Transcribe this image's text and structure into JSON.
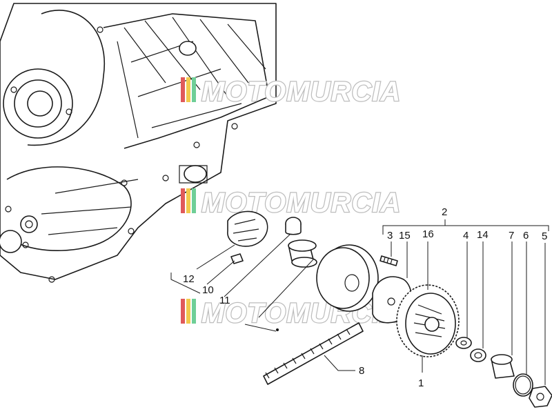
{
  "watermark": {
    "text": "MOTOMURCIA",
    "stripe_colors": [
      "#e05a5a",
      "#f2c94c",
      "#6fcf97"
    ]
  },
  "callouts": [
    {
      "id": "1",
      "text": "1"
    },
    {
      "id": "2",
      "text": "2"
    },
    {
      "id": "3",
      "text": "3"
    },
    {
      "id": "4",
      "text": "4"
    },
    {
      "id": "5",
      "text": "5"
    },
    {
      "id": "6",
      "text": "6"
    },
    {
      "id": "7",
      "text": "7"
    },
    {
      "id": "8",
      "text": "8"
    },
    {
      "id": "10",
      "text": "10"
    },
    {
      "id": "11",
      "text": "11"
    },
    {
      "id": "12",
      "text": "12"
    },
    {
      "id": "14",
      "text": "14"
    },
    {
      "id": "15",
      "text": "15"
    },
    {
      "id": "16",
      "text": "16"
    }
  ]
}
